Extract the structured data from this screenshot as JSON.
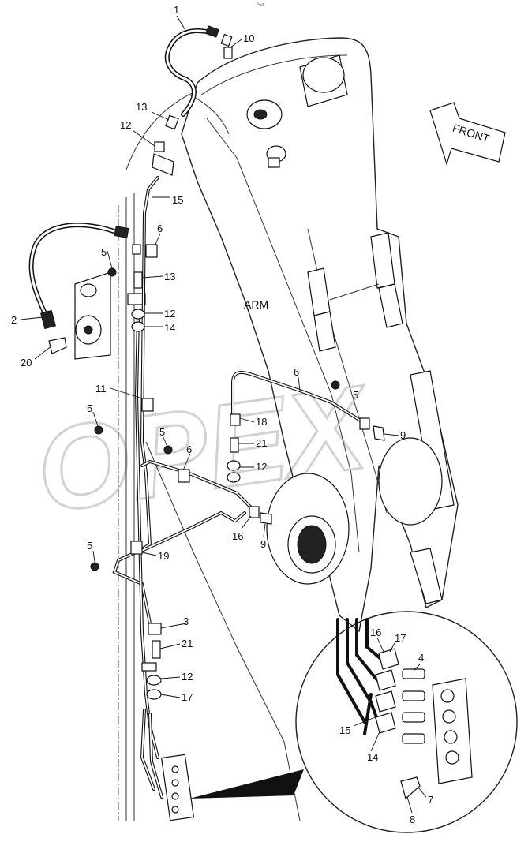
{
  "diagram": {
    "arm_label": "ARM",
    "front_label": "FRONT",
    "watermark": "OPEX",
    "top_mark": "°≈≡",
    "callouts": [
      {
        "id": "c1",
        "text": "1"
      },
      {
        "id": "c10",
        "text": "10"
      },
      {
        "id": "c13a",
        "text": "13"
      },
      {
        "id": "c12a",
        "text": "12"
      },
      {
        "id": "c15a",
        "text": "15"
      },
      {
        "id": "c6a",
        "text": "6"
      },
      {
        "id": "c5a",
        "text": "5"
      },
      {
        "id": "c13b",
        "text": "13"
      },
      {
        "id": "c2",
        "text": "2"
      },
      {
        "id": "c12b",
        "text": "12"
      },
      {
        "id": "c14a",
        "text": "14"
      },
      {
        "id": "c20",
        "text": "20"
      },
      {
        "id": "c6b",
        "text": "6"
      },
      {
        "id": "c5b",
        "text": "5"
      },
      {
        "id": "c11",
        "text": "11"
      },
      {
        "id": "c5c",
        "text": "5"
      },
      {
        "id": "c18",
        "text": "18"
      },
      {
        "id": "c5d",
        "text": "5"
      },
      {
        "id": "c21a",
        "text": "21"
      },
      {
        "id": "c9a",
        "text": "9"
      },
      {
        "id": "c6c",
        "text": "6"
      },
      {
        "id": "c12c",
        "text": "12"
      },
      {
        "id": "c16a",
        "text": "16"
      },
      {
        "id": "c9b",
        "text": "9"
      },
      {
        "id": "c5e",
        "text": "5"
      },
      {
        "id": "c19",
        "text": "19"
      },
      {
        "id": "c3",
        "text": "3"
      },
      {
        "id": "c21b",
        "text": "21"
      },
      {
        "id": "c12d",
        "text": "12"
      },
      {
        "id": "c17a",
        "text": "17"
      },
      {
        "id": "c16b",
        "text": "16"
      },
      {
        "id": "c17b",
        "text": "17"
      },
      {
        "id": "c4",
        "text": "4"
      },
      {
        "id": "c15b",
        "text": "15"
      },
      {
        "id": "c14b",
        "text": "14"
      },
      {
        "id": "c7",
        "text": "7"
      },
      {
        "id": "c8",
        "text": "8"
      }
    ]
  }
}
